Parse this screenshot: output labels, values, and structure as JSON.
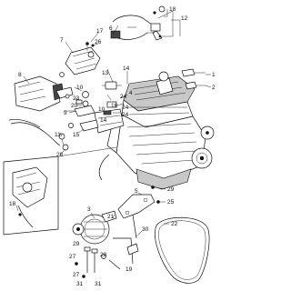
{
  "callouts": {
    "c1": "1",
    "c2": "2",
    "c3": "3",
    "c4": "4",
    "c5": "5",
    "c6": "6",
    "c7": "7",
    "c8": "8",
    "c9": "9",
    "c10_upper": "10",
    "c10_lower": "10",
    "c11": "11",
    "c12": "12",
    "c13": "13",
    "c14_upper": "14",
    "c14_lower": "14",
    "c15": "15",
    "c16": "16",
    "c17": "17",
    "c18_top": "18",
    "c18_left": "18",
    "c19": "19",
    "c20": "20",
    "c21": "21",
    "c22": "22",
    "c23": "23",
    "c24_a": "24",
    "c24_b": "24",
    "c24_c": "24",
    "c25": "25",
    "c26": "26",
    "c27_a": "27",
    "c27_b": "27",
    "c28_a": "28",
    "c28_b": "28",
    "c29_a": "29",
    "c29_b": "29",
    "c30": "30",
    "c31_a": "31",
    "c31_b": "31"
  }
}
